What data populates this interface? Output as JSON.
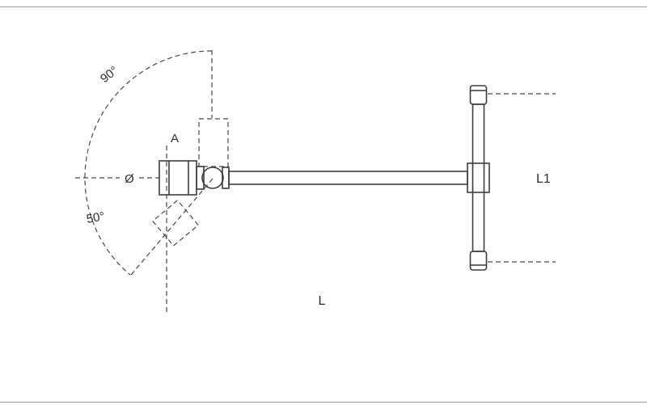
{
  "diagram": {
    "labels": {
      "angle_upper": "90°",
      "angle_lower": "50°",
      "dim_a": "A",
      "dim_diameter": "Ø",
      "dim_length": "L",
      "dim_handle_length": "L1"
    },
    "colors": {
      "line": "#3d3d3d",
      "construction": "#4a4a4a",
      "text": "#2e2e2e",
      "frame": "#9a9a9a",
      "background": "#ffffff"
    }
  }
}
